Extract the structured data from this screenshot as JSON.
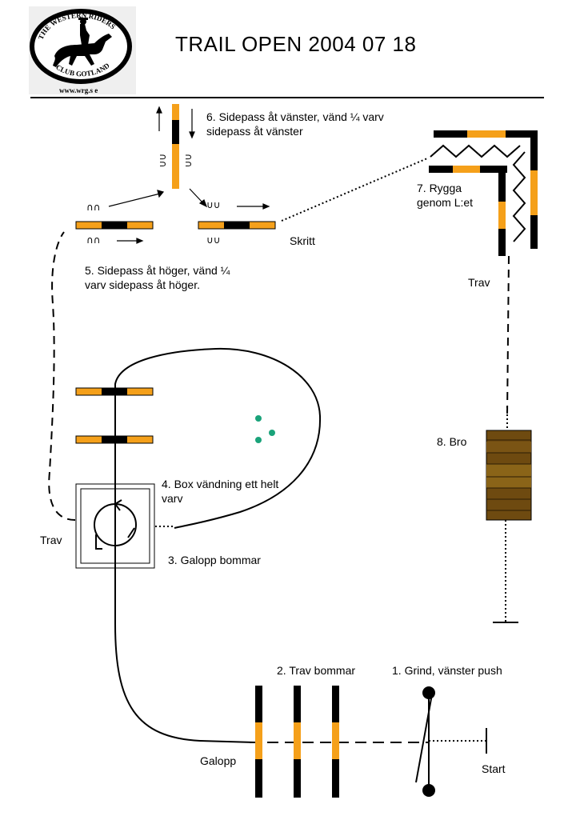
{
  "header": {
    "title": "TRAIL OPEN 2004 07 18",
    "logo": {
      "top_text": "THE WESTERN RIDERS",
      "bottom_text": "CLUB GOTLAND",
      "url": "www.wrg.s e"
    }
  },
  "obstacles": {
    "o1": "1. Grind, vänster push",
    "o2": "2. Trav bommar",
    "o3": "3. Galopp bommar",
    "o4": "4. Box vändning ett helt varv",
    "o5": "5. Sidepass åt höger, vänd ¼ varv sidepass åt höger.",
    "o6": "6. Sidepass åt vänster, vänd ¼ varv sidepass åt vänster",
    "o7": "7. Rygga genom L:et",
    "o8": "8. Bro"
  },
  "gaits": {
    "start": "Start",
    "galopp": "Galopp",
    "trav_left": "Trav",
    "trav_right": "Trav",
    "skritt": "Skritt"
  },
  "hoofprints": {
    "up": "∩∩",
    "down": "∪∪"
  },
  "colors": {
    "pole_orange": "#f5a01a",
    "pole_black": "#000000",
    "bridge_brown": "#6e4a10",
    "marker_green": "#1aa37a"
  }
}
